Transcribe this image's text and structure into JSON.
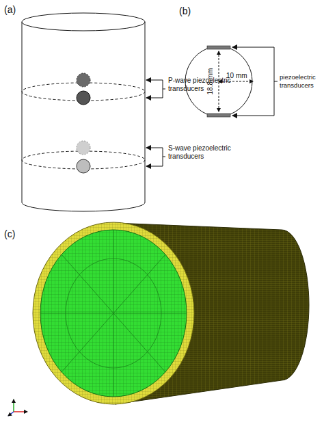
{
  "diagram": {
    "labels": [
      "(a)",
      "P-wave piezoelectric transducers",
      "S-wave piezoelectric transducers",
      "(b)",
      "18.8 mm",
      "10 mm",
      "piezoelectric transducers",
      "(c)"
    ]
  }
}
